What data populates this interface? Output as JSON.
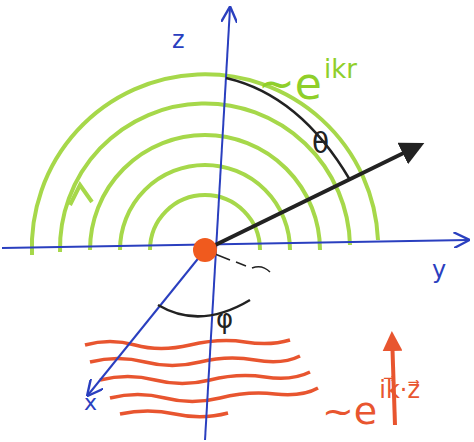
{
  "diagram": {
    "labels": [
      "z",
      "y",
      "x",
      "θ",
      "φ",
      "~e",
      "ikr",
      "~e",
      "ik⃗·z⃗"
    ]
  }
}
